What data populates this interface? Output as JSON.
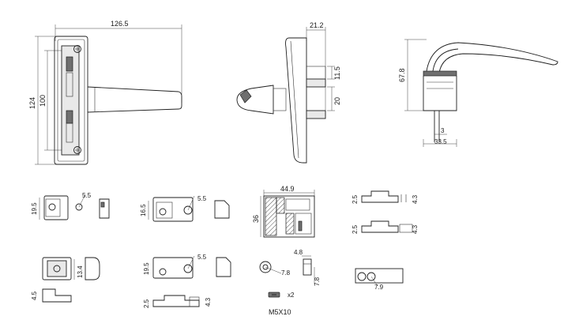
{
  "labels": {
    "front_width": "126.5",
    "front_height_outer": "124",
    "front_height_inner": "100",
    "side_width": "21.2",
    "side_gap_a": "11.5",
    "side_gap_b": "20",
    "lever_height": "67.8",
    "lever_spindle": "3",
    "lever_base": "33.5",
    "part1_height": "19.5",
    "part1_hole": "5.5",
    "part2_height": "16.5",
    "part2_hole": "5.5",
    "block_width": "44.9",
    "block_height": "36",
    "plate1_left": "2.5",
    "plate1_right": "4.3",
    "plate2_left": "2.5",
    "plate2_right": "4.3",
    "cap_width": "13.4",
    "cap_thick": "4.5",
    "part5_height": "19.5",
    "part5_hole": "5.5",
    "part6_left": "2.5",
    "part6_right": "4.3",
    "washer_dia": "7.8",
    "washer_thick": "4.8",
    "washer_height": "7.8",
    "screw_qty": "x2",
    "screw_spec": "M5X10",
    "plate3_hole": "7.9"
  }
}
